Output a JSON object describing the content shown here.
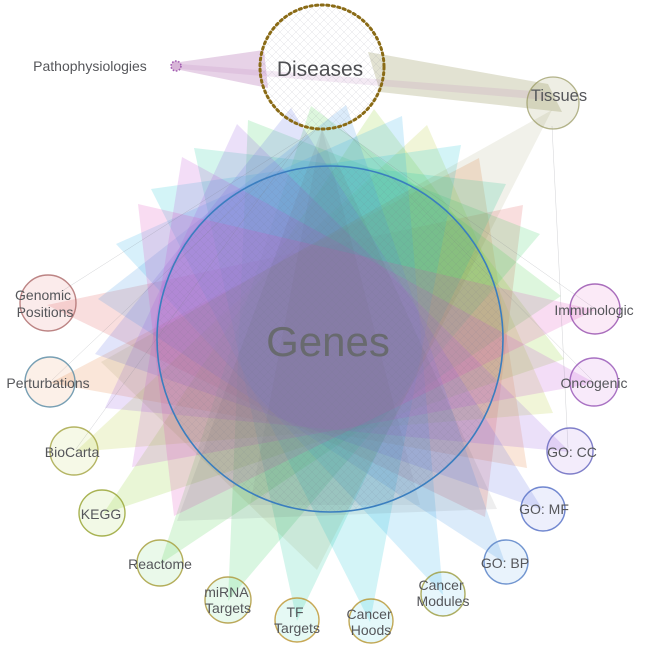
{
  "nodes": {
    "genes": {
      "label": "Genes",
      "stroke": "#3a7ebf"
    },
    "diseases": {
      "label": "Diseases",
      "stroke": "#8a6b16",
      "edge_color": "#565a66"
    },
    "tissues": {
      "label": "Tissues",
      "stroke": "#95955c",
      "fan": "#7a7a30"
    },
    "pathophysiologies": {
      "label": "Pathophysiologies",
      "stroke": "#a05ab0",
      "fan": "#b06ab0"
    }
  },
  "satellites": [
    {
      "id": "genomic-positions",
      "label": "Genomic Positions",
      "line1": "Genomic",
      "line2": "Positions",
      "fan": "#e05c5c",
      "stroke": "#b07070"
    },
    {
      "id": "perturbations",
      "label": "Perturbations",
      "fan": "#e5803f",
      "stroke": "#5f8fa8"
    },
    {
      "id": "biocarta",
      "label": "BioCarta",
      "fan": "#b8cc3a",
      "stroke": "#a8a84a"
    },
    {
      "id": "kegg",
      "label": "KEGG",
      "fan": "#93d032",
      "stroke": "#9aa636"
    },
    {
      "id": "reactome",
      "label": "Reactome",
      "fan": "#55d055",
      "stroke": "#a8a040"
    },
    {
      "id": "mirna-targets",
      "label": "miRNA Targets",
      "line1": "miRNA",
      "line2": "Targets",
      "fan": "#3fd06a",
      "stroke": "#b09a40"
    },
    {
      "id": "tf-targets",
      "label": "TF Targets",
      "line1": "TF",
      "line2": "Targets",
      "fan": "#2acfa4",
      "stroke": "#c09a3a"
    },
    {
      "id": "cancer-hoods",
      "label": "Cancer Hoods",
      "line1": "Cancer",
      "line2": "Hoods",
      "fan": "#22c6d8",
      "stroke": "#b89a3a"
    },
    {
      "id": "cancer-modules",
      "label": "Cancer Modules",
      "line1": "Cancer",
      "line2": "Modules",
      "fan": "#38b2ea",
      "stroke": "#a0a048"
    },
    {
      "id": "go-bp",
      "label": "GO: BP",
      "fan": "#4a9ae8",
      "stroke": "#5a84c8"
    },
    {
      "id": "go-mf",
      "label": "GO: MF",
      "fan": "#6a7ae8",
      "stroke": "#5a74c8"
    },
    {
      "id": "go-cc",
      "label": "GO: CC",
      "fan": "#9a64e0",
      "stroke": "#6a6ac0"
    },
    {
      "id": "oncogenic",
      "label": "Oncogenic",
      "fan": "#c455d8",
      "stroke": "#9a5ab8"
    },
    {
      "id": "immunologic",
      "label": "Immunologic",
      "fan": "#e052c0",
      "stroke": "#9a55b0"
    }
  ]
}
